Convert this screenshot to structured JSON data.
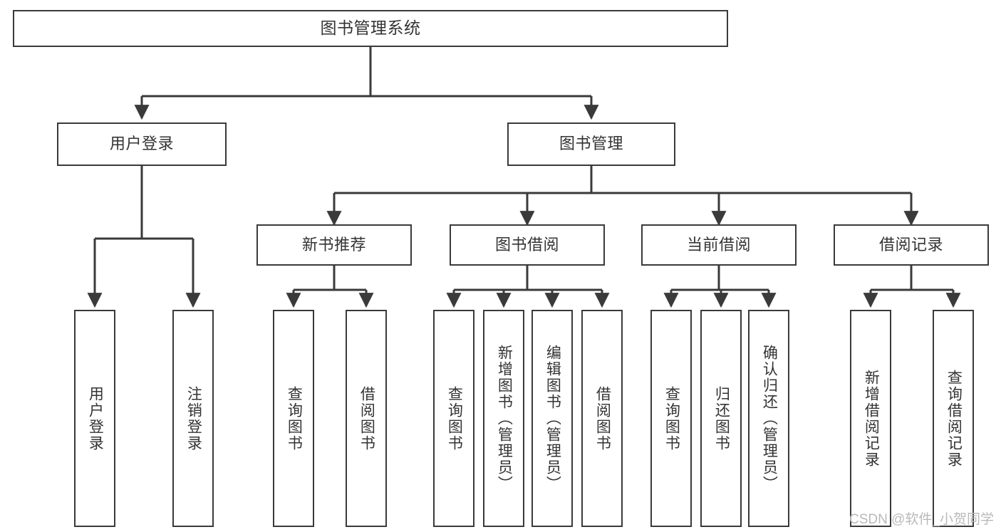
{
  "diagram": {
    "title": "图书管理系统",
    "type": "function-structure-tree",
    "watermark": "CSDN @软件_小贺同学",
    "colors": {
      "box_border": "#3a3a3a",
      "box_fill": "#ffffff",
      "edge": "#3a3a3a",
      "text": "#333333",
      "watermark": "#b9b9b9",
      "background": "#ffffff"
    },
    "levels": {
      "root": {
        "label": "图书管理系统"
      },
      "level1": [
        {
          "id": "user-login",
          "label": "用户登录"
        },
        {
          "id": "book-manage",
          "label": "图书管理"
        }
      ],
      "level2": [
        {
          "id": "new-book-recommend",
          "label": "新书推荐",
          "parent": "book-manage"
        },
        {
          "id": "book-borrow",
          "label": "图书借阅",
          "parent": "book-manage"
        },
        {
          "id": "current-borrow",
          "label": "当前借阅",
          "parent": "book-manage"
        },
        {
          "id": "borrow-record",
          "label": "借阅记录",
          "parent": "book-manage"
        }
      ],
      "leaves": [
        {
          "id": "leaf-user-login",
          "label": "用户登录",
          "parent": "user-login"
        },
        {
          "id": "leaf-user-logout",
          "label": "注销登录",
          "parent": "user-login"
        },
        {
          "id": "leaf-query-book-1",
          "label": "查询图书",
          "parent": "new-book-recommend"
        },
        {
          "id": "leaf-borrow-book-1",
          "label": "借阅图书",
          "parent": "new-book-recommend"
        },
        {
          "id": "leaf-query-book-2",
          "label": "查询图书",
          "parent": "book-borrow"
        },
        {
          "id": "leaf-add-book",
          "label": "新增图书（管理员）",
          "parent": "book-borrow"
        },
        {
          "id": "leaf-edit-book",
          "label": "编辑图书（管理员）",
          "parent": "book-borrow"
        },
        {
          "id": "leaf-borrow-book-2",
          "label": "借阅图书",
          "parent": "book-borrow"
        },
        {
          "id": "leaf-query-book-3",
          "label": "查询图书",
          "parent": "current-borrow"
        },
        {
          "id": "leaf-return-book",
          "label": "归还图书",
          "parent": "current-borrow"
        },
        {
          "id": "leaf-confirm-return",
          "label": "确认归还（管理员）",
          "parent": "current-borrow"
        },
        {
          "id": "leaf-add-record",
          "label": "新增借阅记录",
          "parent": "borrow-record"
        },
        {
          "id": "leaf-query-record",
          "label": "查询借阅记录",
          "parent": "borrow-record"
        }
      ]
    }
  }
}
